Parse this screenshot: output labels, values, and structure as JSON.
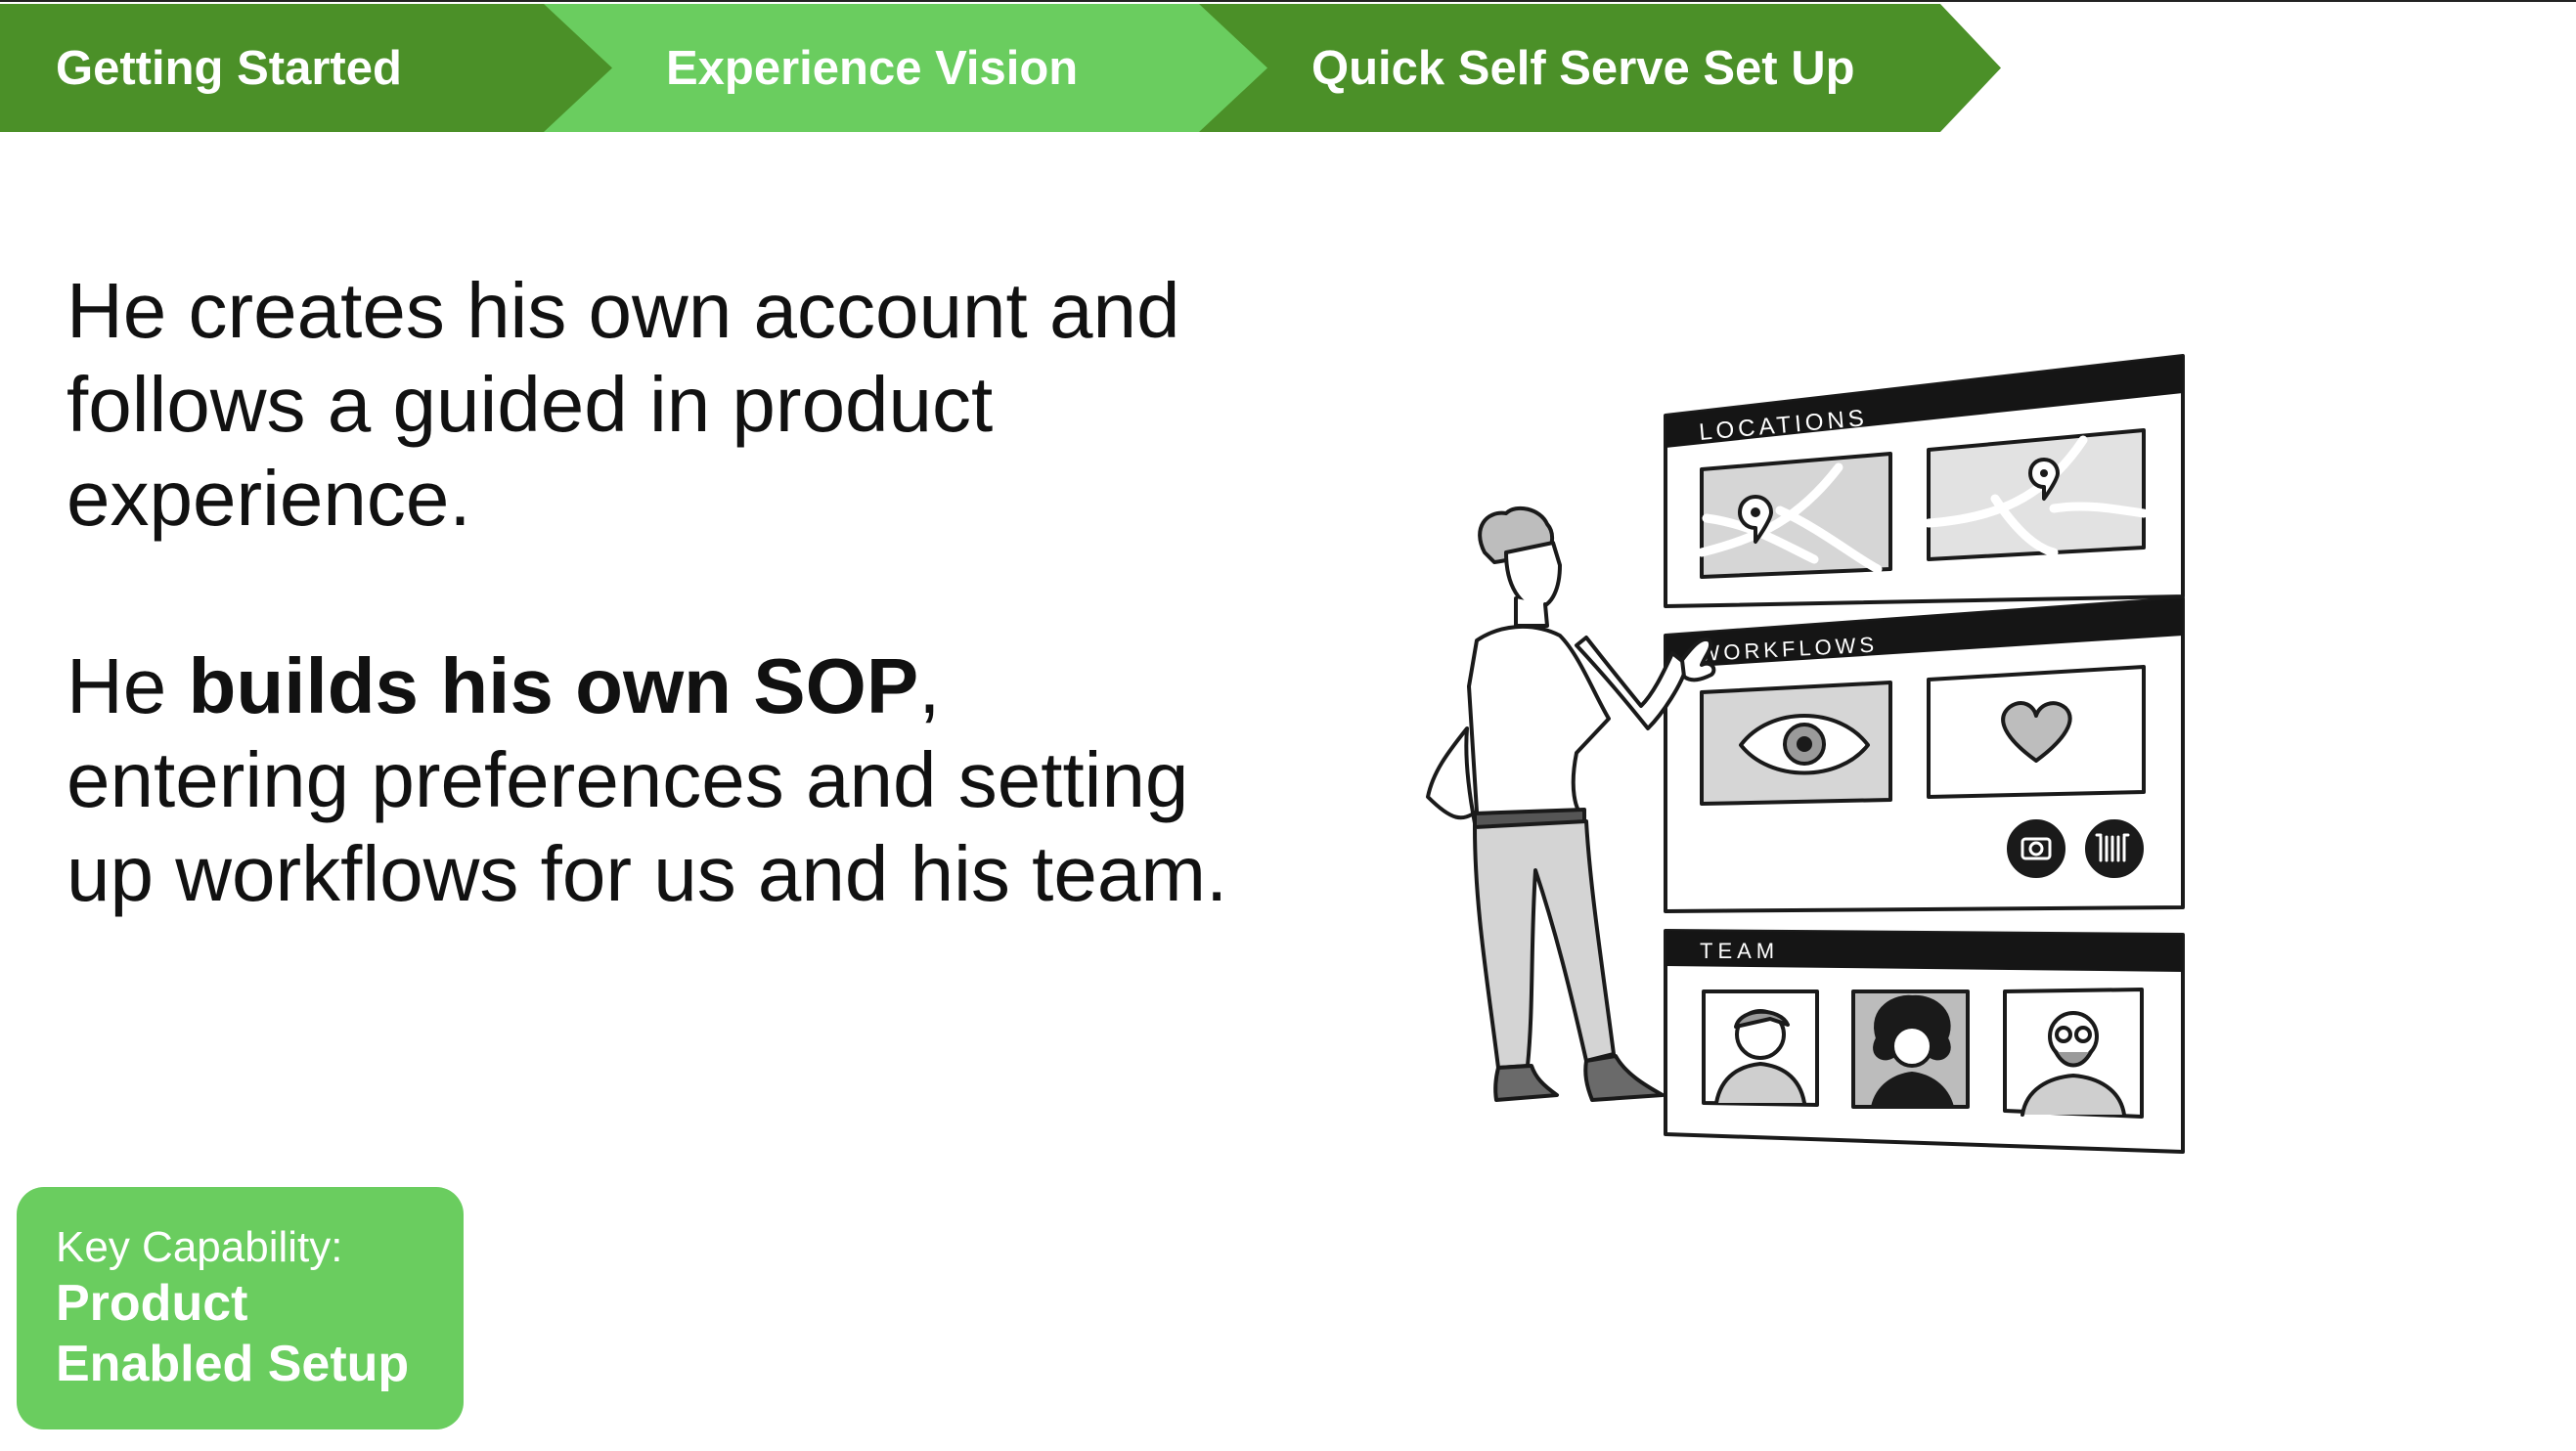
{
  "breadcrumb": {
    "steps": [
      {
        "label": "Getting Started"
      },
      {
        "label": "Experience Vision"
      },
      {
        "label": "Quick Self Serve Set Up"
      }
    ]
  },
  "content": {
    "paragraph1": "He creates his own account and follows a guided in product experience.",
    "paragraph2": {
      "prefix": "He ",
      "strong": "builds his own SOP",
      "suffix": ", entering preferences and setting up workflows for us and his team."
    }
  },
  "capability": {
    "label": "Key Capability:",
    "value": "Product Enabled Setup"
  },
  "illustration": {
    "panels": [
      {
        "label": "LOCATIONS"
      },
      {
        "label": "WORKFLOWS"
      },
      {
        "label": "TEAM"
      }
    ],
    "icons": [
      "map-icon",
      "eye-icon",
      "heart-icon",
      "camera-icon",
      "barcode-icon",
      "person-icon"
    ]
  },
  "colors": {
    "dark_green": "#4b9028",
    "light_green": "#6acd5f"
  }
}
